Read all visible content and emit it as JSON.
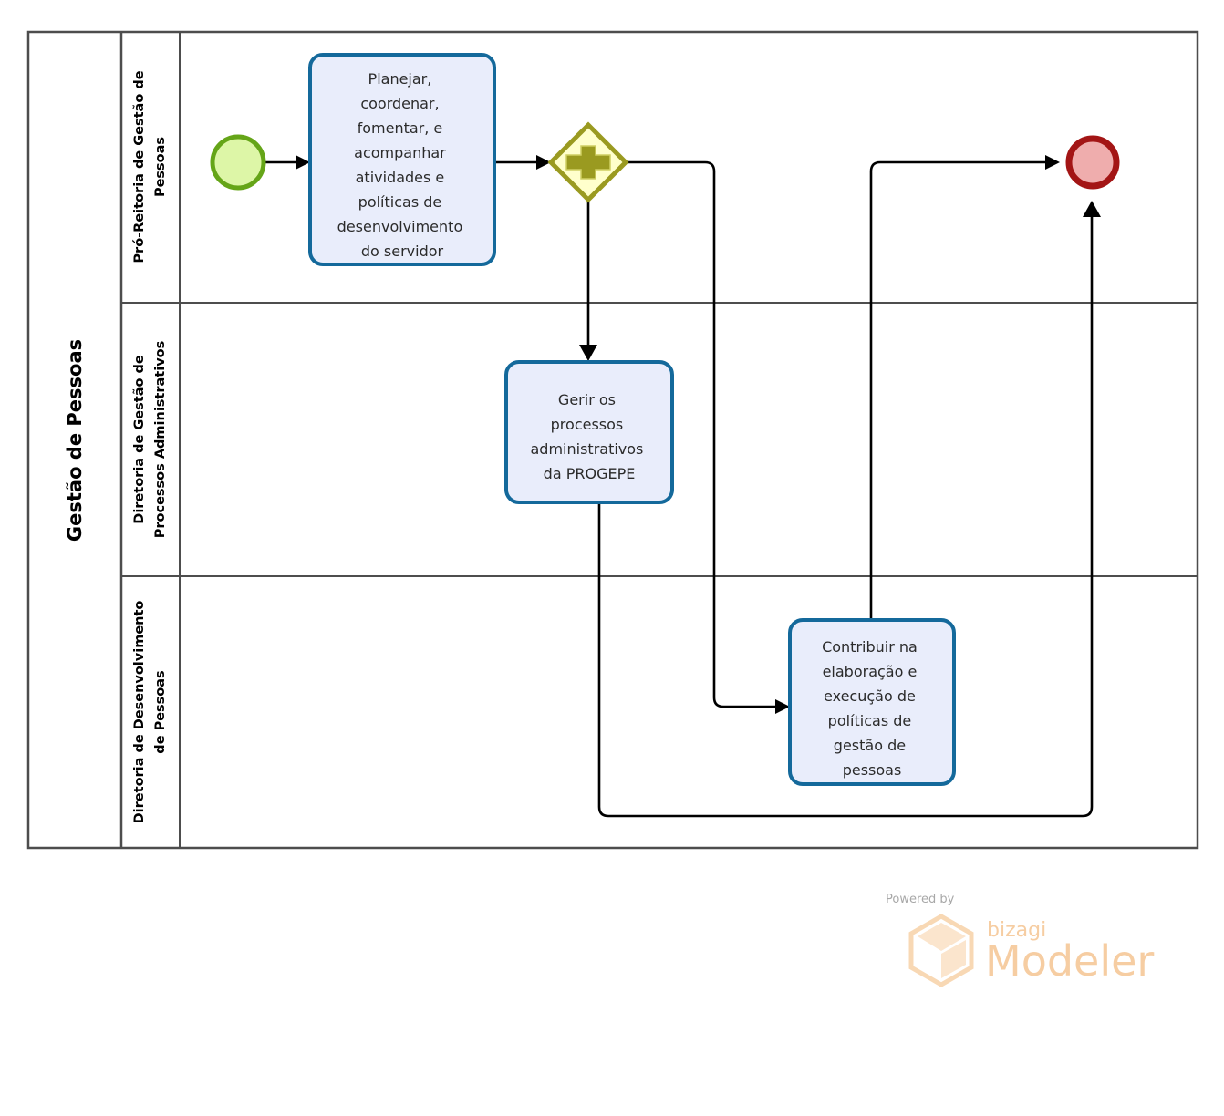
{
  "diagram": {
    "type": "bpmn-process-diagram",
    "pool": {
      "name": "Gestão de Pessoas",
      "lanes": [
        {
          "id": "lane-1",
          "name": "Pró-Reitoria de Gestão de Pessoas"
        },
        {
          "id": "lane-2",
          "name": "Diretoria de Gestão de Processos Administrativos"
        },
        {
          "id": "lane-3",
          "name": "Diretoria de Desenvolvimento de Pessoas"
        }
      ]
    },
    "nodes": {
      "start_event": {
        "type": "start-event",
        "lane": "lane-1",
        "label": ""
      },
      "task_1": {
        "type": "task",
        "lane": "lane-1",
        "label": "Planejar, coordenar, fomentar, e acompanhar atividades e políticas de desenvolvimento do servidor",
        "lines": [
          "Planejar,",
          "coordenar,",
          "fomentar, e",
          "acompanhar",
          "atividades e",
          "políticas de",
          "desenvolvimento",
          "do servidor"
        ]
      },
      "gateway_parallel": {
        "type": "parallel-gateway",
        "lane": "lane-1",
        "symbol": "plus",
        "label": ""
      },
      "task_2": {
        "type": "task",
        "lane": "lane-2",
        "label": "Gerir os processos administrativos da PROGEPE",
        "lines": [
          "Gerir os",
          "processos",
          "administrativos",
          "da PROGEPE"
        ]
      },
      "task_3": {
        "type": "task",
        "lane": "lane-3",
        "label": "Contribuir na elaboração e execução de políticas de gestão de pessoas",
        "lines": [
          "Contribuir na",
          "elaboração e",
          "execução de",
          "políticas de",
          "gestão de",
          "pessoas"
        ]
      },
      "end_event": {
        "type": "end-event",
        "lane": "lane-1",
        "label": ""
      }
    },
    "flows": [
      {
        "id": "flow-1",
        "from": "start_event",
        "to": "task_1"
      },
      {
        "id": "flow-2",
        "from": "task_1",
        "to": "gateway_parallel"
      },
      {
        "id": "flow-3",
        "from": "gateway_parallel",
        "to": "task_2"
      },
      {
        "id": "flow-4",
        "from": "gateway_parallel",
        "to": "task_3"
      },
      {
        "id": "flow-5",
        "from": "task_3",
        "to": "end_event"
      },
      {
        "id": "flow-6",
        "from": "task_2",
        "to": "end_event"
      }
    ],
    "colors": {
      "task_fill": "#e9edfb",
      "task_stroke": "#14699b",
      "start_fill": "#ddf6a7",
      "start_stroke": "#65a518",
      "end_fill": "#efadad",
      "end_stroke": "#a31515",
      "gateway_fill": "#ffffcc",
      "gateway_stroke": "#9a9a20",
      "pool_stroke": "#4d4d4d",
      "flow_stroke": "#000000",
      "watermark": "#f6cda2"
    }
  },
  "watermark": {
    "powered_by": "Powered by",
    "brand": "bizagi",
    "product": "Modeler"
  }
}
